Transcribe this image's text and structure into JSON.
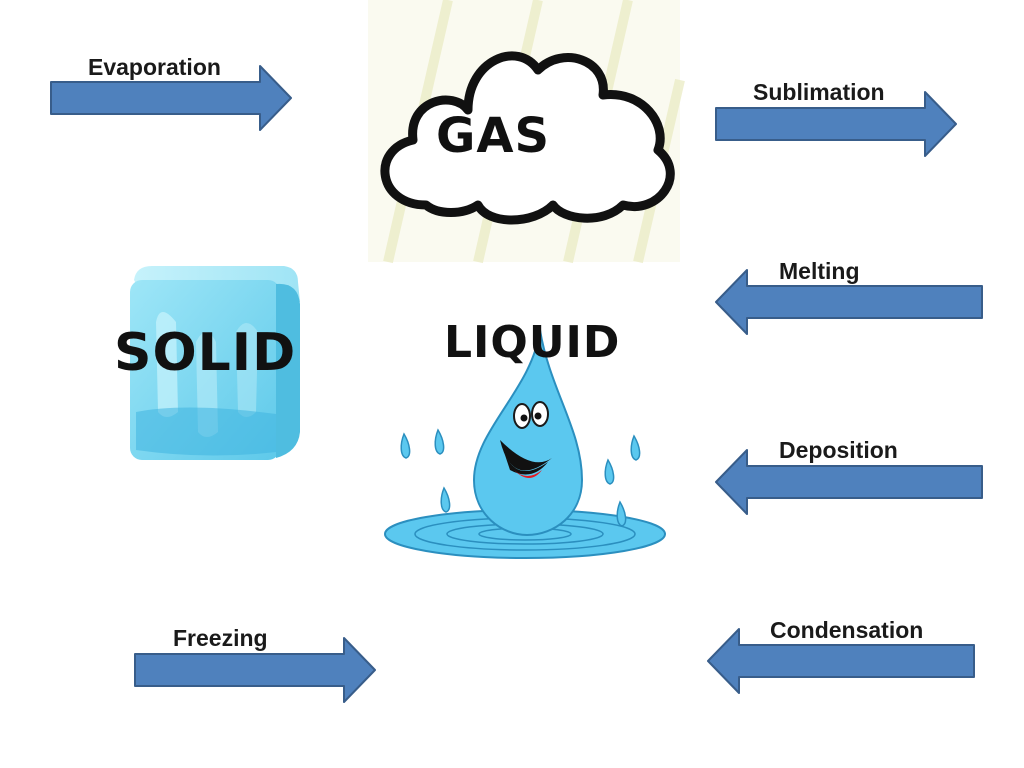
{
  "states": {
    "gas": "GAS",
    "solid": "SOLID",
    "liquid": "LIQUID"
  },
  "processes": {
    "evaporation": "Evaporation",
    "sublimation": "Sublimation",
    "melting": "Melting",
    "deposition": "Deposition",
    "freezing": "Freezing",
    "condensation": "Condensation"
  },
  "colors": {
    "arrow_fill": "#4f81bd",
    "arrow_stroke": "#385d8a",
    "water": "#5bc8ef",
    "ice": "#7fdcf2"
  },
  "icons": {
    "gas": "cloud-icon",
    "solid": "ice-cube-icon",
    "liquid": "water-drop-icon"
  }
}
